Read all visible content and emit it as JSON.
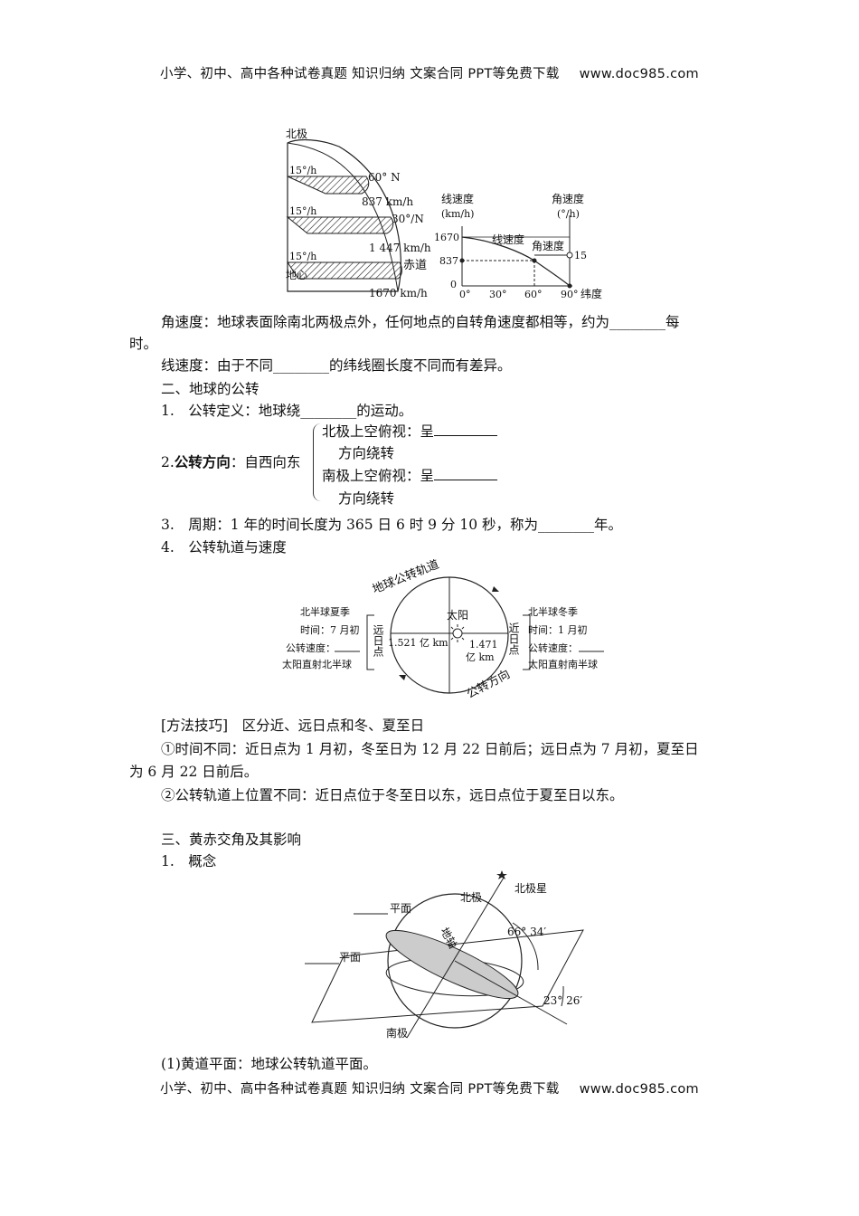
{
  "header": {
    "left": "小学、初中、高中各种试卷真题  知识归纳  文案合同  PPT等免费下载",
    "url": "www.doc985.com"
  },
  "footer": {
    "left": "小学、初中、高中各种试卷真题  知识归纳  文案合同  PPT等免费下载",
    "url": "www.doc985.com"
  },
  "fig1": {
    "north_pole": "北极",
    "center": "地心",
    "ang1": "15°/h",
    "ang2": "15°/h",
    "ang3": "15°/h",
    "lat60": "60° N",
    "lat30": "30°/N",
    "equator": "赤道",
    "v837": "837 km/h",
    "v1447": "1 447 km/h",
    "v1670": "1670 km/h"
  },
  "fig2": {
    "ylabel_left": "线速度",
    "ylabel_left_unit": "(km/h)",
    "ylabel_right": "角速度",
    "ylabel_right_unit": "(°/h)",
    "y1670": "1670",
    "y837": "837",
    "y0": "0",
    "x0": "0°",
    "x30": "30°",
    "x60": "60°",
    "x90": "90°",
    "xlabel": "纬度",
    "line_label": "线速度",
    "ang_label": "角速度",
    "r15": "15"
  },
  "text": {
    "angular_speed": "角速度：地球表面除南北两极点外，任何地点的自转角速度都相等，约为________每",
    "angular_speed2": "时。",
    "linear_speed": "线速度：由于不同________的纬线圈长度不同而有差异。",
    "sec2": "二、地球的公转",
    "item1": "1.　公转定义：地球绕________的运动。",
    "item2_label": "2.",
    "item2_bold": "公转方向",
    "item2_rest": "：自西向东",
    "brace_a1": "北极上空俯视：呈",
    "brace_a2": "方向绕转",
    "brace_b1": "南极上空俯视：呈",
    "brace_b2": "方向绕转",
    "item3": "3.　周期：1 年的时间长度为 365 日 6 时 9 分 10 秒，称为________年。",
    "item4": "4.　公转轨道与速度",
    "method_title": "[方法技巧]　区分近、远日点和冬、夏至日",
    "method1": "①时间不同：近日点为 1 月初，冬至日为 12 月 22 日前后；远日点为 7 月初，夏至日",
    "method1b": "为 6 月 22 日前后。",
    "method2": "②公转轨道上位置不同：近日点位于冬至日以东，远日点位于夏至日以东。",
    "sec3": "三、黄赤交角及其影响",
    "concept": "1.　概念",
    "ecliptic": "(1)黄道平面：地球公转轨道平面。"
  },
  "fig3": {
    "orbit": "地球公转轨道",
    "direction": "公转方向",
    "sun": "太阳",
    "far": "远日点",
    "near": "近日点",
    "far_dist": "1.521 亿 km",
    "near_dist1": "1.471",
    "near_dist2": "亿 km",
    "left1": "北半球夏季",
    "left2": "时间：7 月初",
    "left3": "公转速度：",
    "left4": "太阳直射北半球",
    "right1": "北半球冬季",
    "right2": "时间：1 月初",
    "right3": "公转速度：",
    "right4": "太阳直射南半球"
  },
  "fig4": {
    "polaris": "北极星",
    "north_pole": "北极",
    "south_pole": "南极",
    "axis": "地轴",
    "plane1": "平面",
    "plane2": "平面",
    "angle1": "66° 34′",
    "angle2": "23° 26′"
  }
}
